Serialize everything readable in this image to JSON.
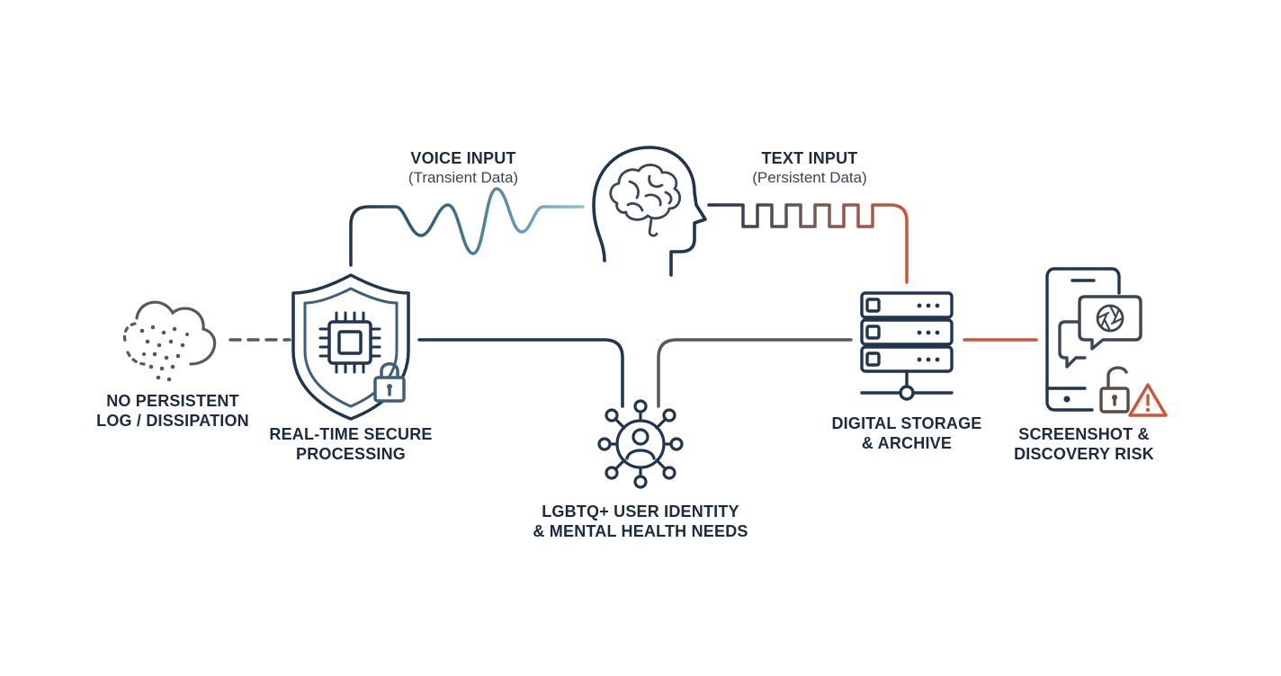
{
  "colors": {
    "navy": "#1f3550",
    "slate": "#3c5f7c",
    "light_blue": "#8ec3d6",
    "gray": "#555a60",
    "red": "#d2533a"
  },
  "nodes": {
    "voice": {
      "title": "VOICE INPUT",
      "subtitle": "(Transient Data)"
    },
    "text": {
      "title": "TEXT INPUT",
      "subtitle": "(Persistent Data)"
    },
    "cloud": {
      "line1": "NO PERSISTENT",
      "line2": "LOG / DISSIPATION",
      "icon": "dissipating-cloud-icon"
    },
    "shield": {
      "line1": "REAL-TIME SECURE",
      "line2": "PROCESSING",
      "icon": "shield-chip-lock-icon"
    },
    "user": {
      "line1": "LGBTQ+ USER IDENTITY",
      "line2": "& MENTAL HEALTH NEEDS",
      "icon": "user-network-icon"
    },
    "storage": {
      "line1": "DIGITAL STORAGE",
      "line2": "& ARCHIVE",
      "icon": "server-rack-icon"
    },
    "risk": {
      "line1": "SCREENSHOT &",
      "line2": "DISCOVERY RISK",
      "icon": "phone-warning-icon"
    },
    "brain": {
      "icon": "head-brain-icon"
    }
  }
}
